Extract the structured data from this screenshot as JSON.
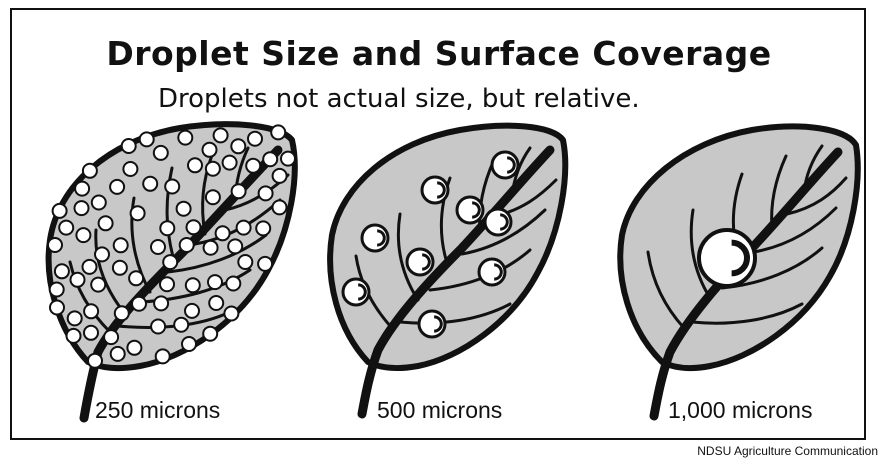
{
  "title": "Droplet Size and Surface Coverage",
  "subtitle": "Droplets not actual size, but relative.",
  "leaves": [
    {
      "label": "250 microns",
      "droplet_count": 80
    },
    {
      "label": "500 microns",
      "droplet_count": 9
    },
    {
      "label": "1,000 microns",
      "droplet_count": 1
    }
  ],
  "credit": "NDSU Agriculture Communication",
  "colors": {
    "leaf": "#c8c8c8",
    "outline": "#111111",
    "droplet": "#ffffff"
  }
}
